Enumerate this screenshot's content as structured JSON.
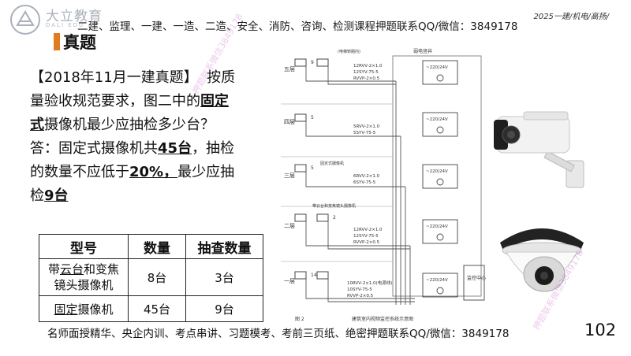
{
  "header": {
    "logo_name": "大立教育",
    "logo_sub": "DALI EDU",
    "banner": "二建、监理、一建、一造、二造、安全、消防、咨询、检测课程押题联系QQ/微信：3849178",
    "course_tag": "2025一建/机电/高扬/",
    "title": "真题"
  },
  "question": {
    "line1_prefix": "【2018年11月一建真题】",
    "line1_suffix": "按质",
    "line2_pre": "量验收规范要求，图二中的",
    "line2_em": "固定",
    "line3_em": "式",
    "line3_post": "摄像机最少应抽检多少台？",
    "line4_pre": "答：固定式摄像机共",
    "line4_em": "45台",
    "line4_post": "，抽检",
    "line5_pre": "的数量不应低于",
    "line5_em": "20%，",
    "line5_post": "最少应抽",
    "line6_pre": "检",
    "line6_em": "9台"
  },
  "table": {
    "headers": [
      "型号",
      "数量",
      "抽查数量"
    ],
    "row1": {
      "name_pre": "带",
      "name_em": "云台",
      "name_post": "和变焦",
      "name_line2": "镜头摄像机",
      "qty": "8台",
      "check": "3台"
    },
    "row2": {
      "name_em": "固定",
      "name_post": "摄像机",
      "qty": "45台",
      "check": "9台"
    }
  },
  "diagram": {
    "top_label": "弱电竖井",
    "power_label": "~220/24V",
    "floors": [
      "五层",
      "四层",
      "三层",
      "二层",
      "一层"
    ],
    "cables": {
      "f5": [
        "12RVV-2×1.0",
        "12SYV-75-5",
        "RVVP-2×0.5"
      ],
      "f4": [
        "5RVV-2×1.0",
        "5SYV-75-5"
      ],
      "f3": [
        "6RVV-2×1.0",
        "6SYV-75-5"
      ],
      "f2": [
        "12RVV-2×1.0",
        "12SYV-75-5",
        "RVVP-2×0.5"
      ],
      "f1": [
        "10RVV-2×1.0(电源线)",
        "10SYV-75-5",
        "RVVP-2×0.5"
      ]
    },
    "counts": [
      "9",
      "5",
      "5",
      "2",
      "14"
    ],
    "labels": [
      "(电梯轿厢内)",
      "固定式摄像机",
      "带云台和变焦镜头摄像机"
    ],
    "controller": "监控中心",
    "caption_no": "图 2",
    "caption": "建筑室内视频监控系统示意图"
  },
  "watermark": "押题联系微信3849178",
  "footer": "名师面授精华、央企内训、考点串讲、习题模考、考前三页纸、绝密押题联系QQ/微信：3849178",
  "page_number": "102",
  "colors": {
    "accent": "#e07b1f",
    "ink": "#111111",
    "logo": "#aab0bb"
  }
}
